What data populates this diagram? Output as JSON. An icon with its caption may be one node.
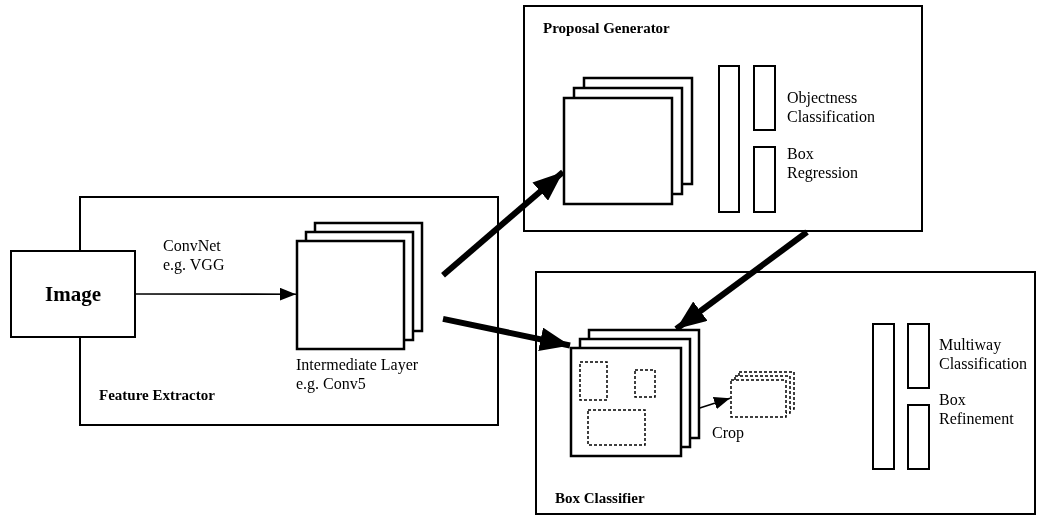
{
  "diagram": {
    "nodes": [
      {
        "text": [
          "Feature Extractor"
        ]
      },
      {
        "text": [
          "Image"
        ]
      },
      {
        "text": [
          "Intermediate Layer e.g. Conv5"
        ],
        "in": 0
      },
      {
        "text": [
          "Proposal Generator"
        ]
      },
      {
        "text": [],
        "shape": "box",
        "in": 3
      },
      {
        "text": [],
        "shape": "bar",
        "in": 3
      },
      {
        "text": [],
        "shape": "bar",
        "in": 3,
        "beside": [
          "Objectness Classification"
        ]
      },
      {
        "text": [],
        "shape": "bar",
        "in": 3,
        "beside": [
          "Box Regression"
        ]
      },
      {
        "text": [
          "Box Classifier"
        ]
      },
      {
        "text": [],
        "shape": "box",
        "in": 8
      },
      {
        "text": [],
        "shape": "box",
        "in": 8,
        "beside": [
          "Crop"
        ]
      },
      {
        "text": [],
        "shape": "bar",
        "in": 8
      },
      {
        "text": [],
        "shape": "bar",
        "in": 8,
        "beside": [
          "Multiway Classification"
        ]
      },
      {
        "text": [],
        "shape": "bar",
        "in": 8,
        "beside": [
          "Box Refinement"
        ]
      }
    ],
    "edges": [
      {
        "from": 1,
        "to": 2,
        "arrow": "to",
        "label": "ConvNet e.g. VGG"
      },
      {
        "from": 2,
        "to": 4,
        "arrow": "to"
      },
      {
        "from": 2,
        "to": 9,
        "arrow": "to"
      },
      {
        "from": 3,
        "to": 9,
        "arrow": "to"
      },
      {
        "from": 9,
        "to": 10,
        "arrow": "to"
      }
    ]
  }
}
